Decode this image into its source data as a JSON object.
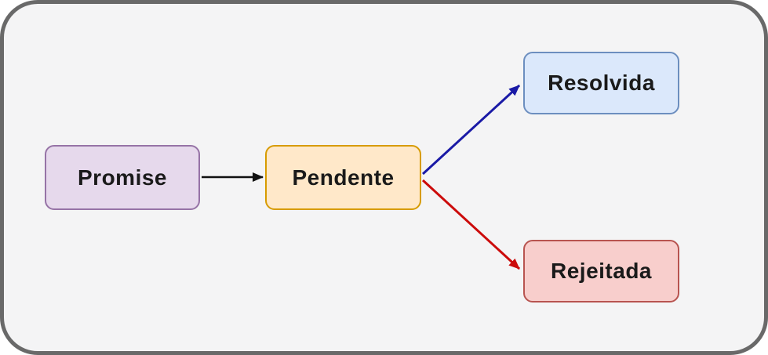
{
  "diagram": {
    "title": "Promise states flow diagram",
    "canvas": {
      "background": "#f4f4f5",
      "frame_border_color": "#696969",
      "outer_background": "#ffffff"
    },
    "text_color": "#1a1a1a",
    "nodes": {
      "promise": {
        "label": "Promise",
        "fill": "#e6d9ec",
        "stroke": "#9673a6"
      },
      "pendente": {
        "label": "Pendente",
        "fill": "#ffe8c9",
        "stroke": "#d79b00"
      },
      "resolvida": {
        "label": "Resolvida",
        "fill": "#dbe8fb",
        "stroke": "#6c8ebf"
      },
      "rejeitada": {
        "label": "Rejeitada",
        "fill": "#f8cecc",
        "stroke": "#b85450"
      }
    },
    "edges": [
      {
        "from": "promise",
        "to": "pendente",
        "color": "#111111"
      },
      {
        "from": "pendente",
        "to": "resolvida",
        "color": "#1a1aa6"
      },
      {
        "from": "pendente",
        "to": "rejeitada",
        "color": "#cc0b0b"
      }
    ]
  }
}
